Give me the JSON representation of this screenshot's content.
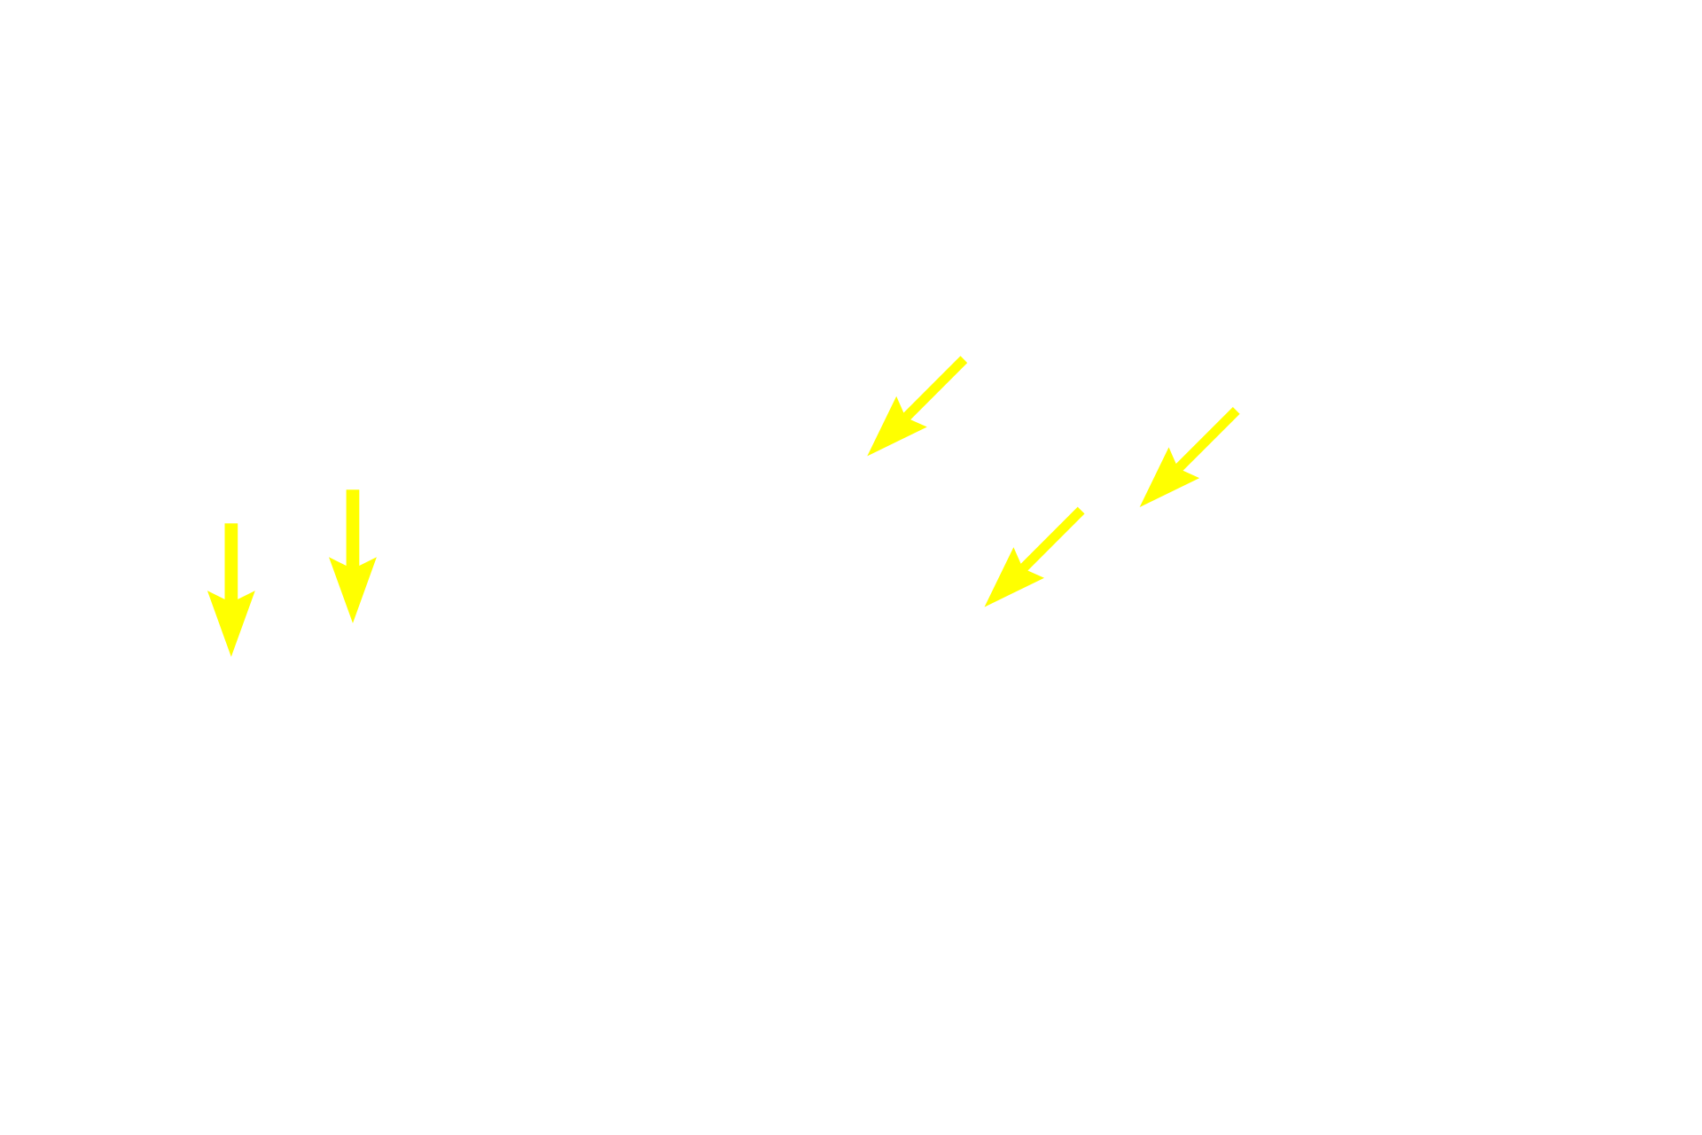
{
  "background_color": "#ffffff",
  "arrow_color": "#ffff00",
  "arrows": [
    {
      "icon": "arrow-down-icon",
      "direction": "down"
    },
    {
      "icon": "arrow-down-icon",
      "direction": "down"
    },
    {
      "icon": "arrow-down-left-icon",
      "direction": "down-left"
    },
    {
      "icon": "arrow-down-left-icon",
      "direction": "down-left"
    },
    {
      "icon": "arrow-down-left-icon",
      "direction": "down-left"
    }
  ]
}
